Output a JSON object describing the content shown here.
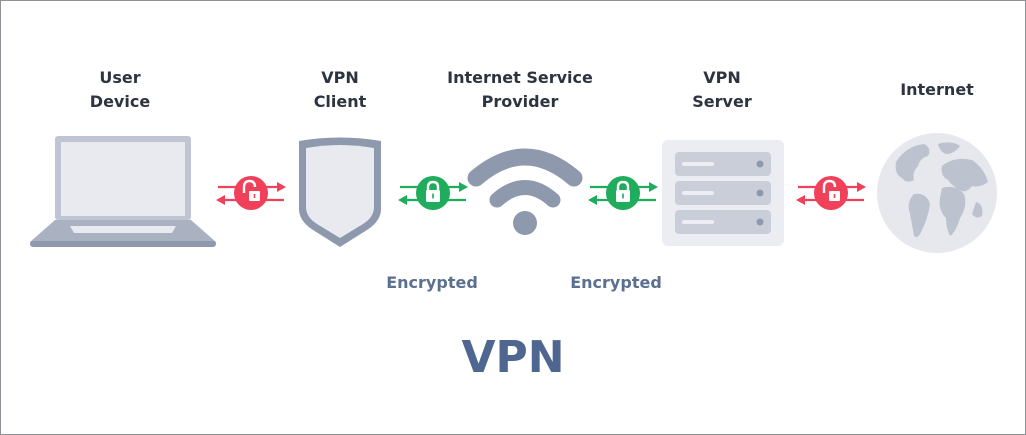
{
  "nodes": [
    {
      "id": "user-device",
      "label_line1": "User",
      "label_line2": "Device",
      "icon": "laptop-icon"
    },
    {
      "id": "vpn-client",
      "label_line1": "VPN",
      "label_line2": "Client",
      "icon": "shield-icon"
    },
    {
      "id": "isp",
      "label_line1": "Internet Service",
      "label_line2": "Provider",
      "icon": "wifi-icon"
    },
    {
      "id": "vpn-server",
      "label_line1": "VPN",
      "label_line2": "Server",
      "icon": "server-icon"
    },
    {
      "id": "internet",
      "label_line1": "Internet",
      "label_line2": "",
      "icon": "globe-icon"
    }
  ],
  "links": [
    {
      "from": "user-device",
      "to": "vpn-client",
      "status": "unlocked",
      "color": "#f0405a",
      "caption": ""
    },
    {
      "from": "vpn-client",
      "to": "isp",
      "status": "locked",
      "color": "#1fac5c",
      "caption": "Encrypted"
    },
    {
      "from": "isp",
      "to": "vpn-server",
      "status": "locked",
      "color": "#1fac5c",
      "caption": "Encrypted"
    },
    {
      "from": "vpn-server",
      "to": "internet",
      "status": "unlocked",
      "color": "#f0405a",
      "caption": ""
    }
  ],
  "title": "VPN",
  "colors": {
    "icon_fill": "#8f99ad",
    "icon_light": "#e8eaf0",
    "encrypted": "#1fac5c",
    "unencrypted": "#f0405a",
    "label": "#2d3440",
    "accent_text": "#4e6690"
  }
}
